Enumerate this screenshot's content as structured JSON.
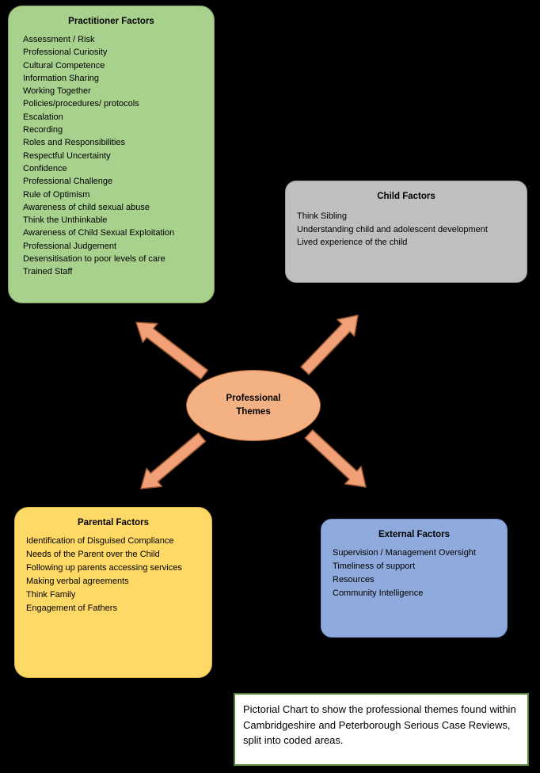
{
  "colors": {
    "background": "#000000",
    "practitioner_fill": "#a9d18e",
    "child_fill": "#bfbfbf",
    "parental_fill": "#ffd966",
    "external_fill": "#8faadc",
    "theme_fill": "#f4b183",
    "arrow_fill": "#f1a077",
    "arrow_stroke": "#9e5b33",
    "caption_border": "#548235"
  },
  "center": {
    "line1": "Professional",
    "line2": "Themes"
  },
  "boxes": {
    "practitioner": {
      "title": "Practitioner Factors",
      "items": [
        "Assessment / Risk",
        "Professional Curiosity",
        "Cultural Competence",
        "Information Sharing",
        "Working Together",
        "Policies/procedures/ protocols",
        "Escalation",
        "Recording",
        "Roles and Responsibilities",
        "Respectful Uncertainty",
        "Confidence",
        "Professional Challenge",
        "Rule of Optimism",
        "Awareness of child sexual abuse",
        "Think the Unthinkable",
        "Awareness of Child Sexual Exploitation",
        "Professional Judgement",
        "Desensitisation to poor levels of care",
        "Trained Staff"
      ]
    },
    "child": {
      "title": "Child Factors",
      "items": [
        "Think Sibling",
        "Understanding child and adolescent development",
        "Lived experience of the child"
      ]
    },
    "parental": {
      "title": "Parental Factors",
      "items": [
        "Identification of Disguised Compliance",
        "Needs of the Parent over the Child",
        "Following up parents accessing services",
        "Making verbal agreements",
        "Think Family",
        "Engagement of Fathers"
      ]
    },
    "external": {
      "title": "External Factors",
      "items": [
        "Supervision / Management Oversight",
        "Timeliness of support",
        "Resources",
        "Community Intelligence"
      ]
    }
  },
  "caption": {
    "text": "Pictorial Chart to show the professional themes found within Cambridgeshire and Peterborough Serious Case Reviews, split into coded areas."
  }
}
